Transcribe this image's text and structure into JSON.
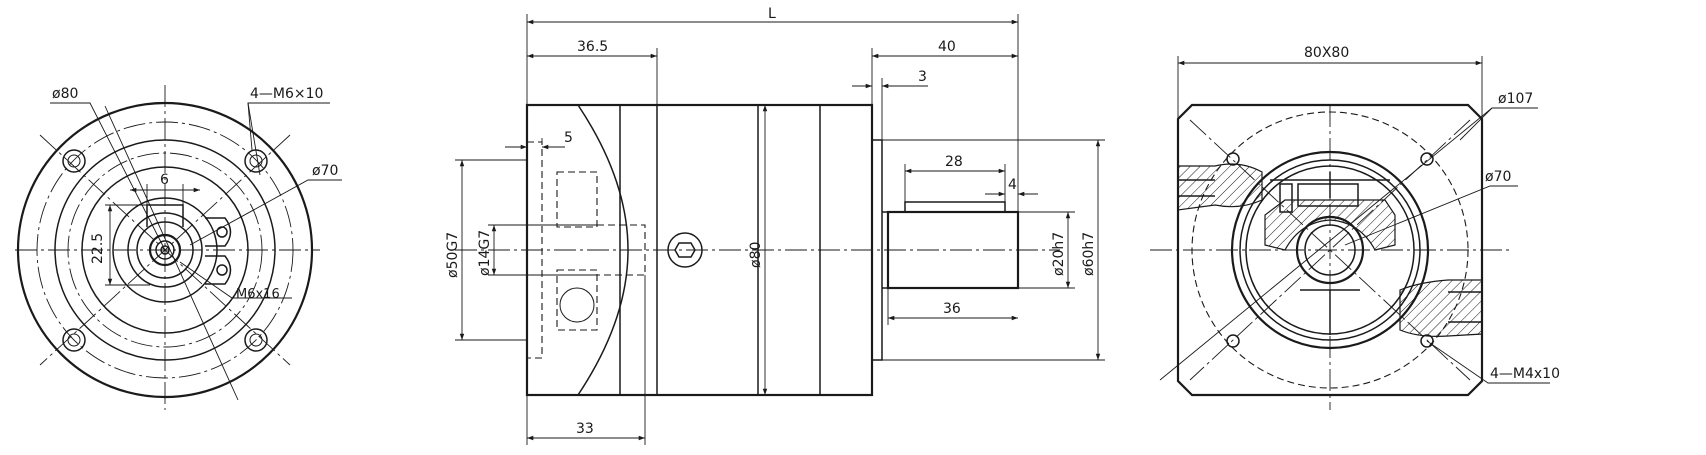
{
  "labels": {
    "left": {
      "dia80": "ø80",
      "holes": "4—M6×10",
      "dia70": "ø70",
      "key6": "6",
      "h22": "22.5",
      "m6x16": "M6x16"
    },
    "middle": {
      "L": "L",
      "d365": "36.5",
      "d40": "40",
      "d3": "3",
      "d5": "5",
      "d28": "28",
      "d4": "4",
      "dia50": "ø50G7",
      "dia14": "ø14G7",
      "dia80": "ø80",
      "dia20": "ø20h7",
      "dia60": "ø60h7",
      "d36": "36",
      "d33": "33"
    },
    "right": {
      "sq": "80X80",
      "dia107": "ø107",
      "dia70": "ø70",
      "holes": "4—M4x10"
    }
  },
  "colors": {
    "line": "#1a1a1a",
    "background": "#ffffff"
  }
}
